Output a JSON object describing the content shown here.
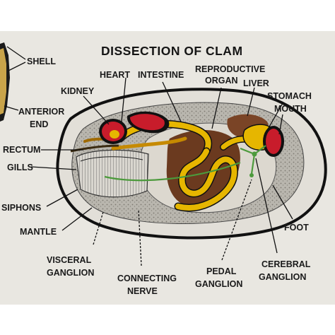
{
  "title": "DISSECTION OF CLAM",
  "labels": {
    "shell": "SHELL",
    "anterior_end_1": "ANTERIOR",
    "anterior_end_2": "END",
    "heart": "HEART",
    "intestine": "INTESTINE",
    "reproductive_1": "REPRODUCTIVE",
    "reproductive_2": "ORGAN",
    "liver": "LIVER",
    "kidney": "KIDNEY",
    "stomach": "STOMACH",
    "mouth": "MOUTH",
    "rectum": "RECTUM",
    "gills": "GILLS",
    "siphons": "SIPHONS",
    "mantle": "MANTLE",
    "visceral_1": "VISCERAL",
    "visceral_2": "GANGLION",
    "connecting_1": "CONNECTING",
    "connecting_2": "NERVE",
    "pedal_1": "PEDAL",
    "pedal_2": "GANGLION",
    "cerebral_1": "CEREBRAL",
    "cerebral_2": "GANGLION",
    "foot": "FOOT"
  },
  "colors": {
    "background": "#e9e7e1",
    "outline": "#111111",
    "heart_red": "#c81c2b",
    "intestine_yellow": "#e6b600",
    "tissue_brown": "#6b3a1f",
    "nerve_green": "#4c9a3c",
    "shell_tan": "#c9a44a"
  }
}
